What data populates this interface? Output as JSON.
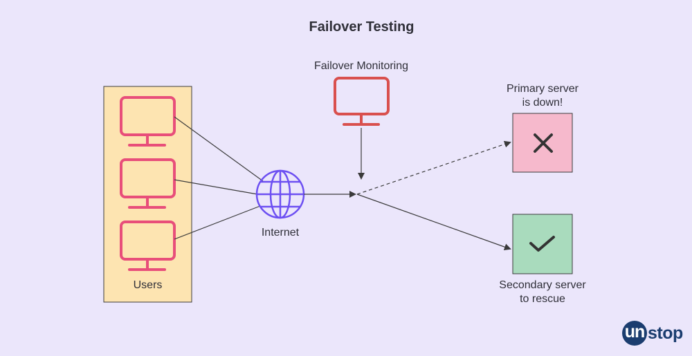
{
  "title": "Failover Testing",
  "monitoring_label": "Failover Monitoring",
  "users_label": "Users",
  "internet_label": "Internet",
  "primary_label": [
    "Primary server",
    "is down!"
  ],
  "secondary_label": [
    "Secondary server",
    "to rescue"
  ],
  "logo": {
    "circle_text": "un",
    "rest_text": "stop"
  },
  "colors": {
    "background": "#ebe6fb",
    "users_panel": "#fde4b1",
    "monitor_users": "#e84e7a",
    "monitor_failover": "#d9504e",
    "globe": "#6c4ff2",
    "primary_box": "#f6b9cc",
    "secondary_box": "#a9dbbd",
    "logo": "#1b3d6f"
  },
  "icons": {
    "user_devices": "monitor-icon",
    "monitoring": "monitor-icon",
    "internet": "globe-icon",
    "primary_status": "cross-icon",
    "secondary_status": "check-icon"
  }
}
